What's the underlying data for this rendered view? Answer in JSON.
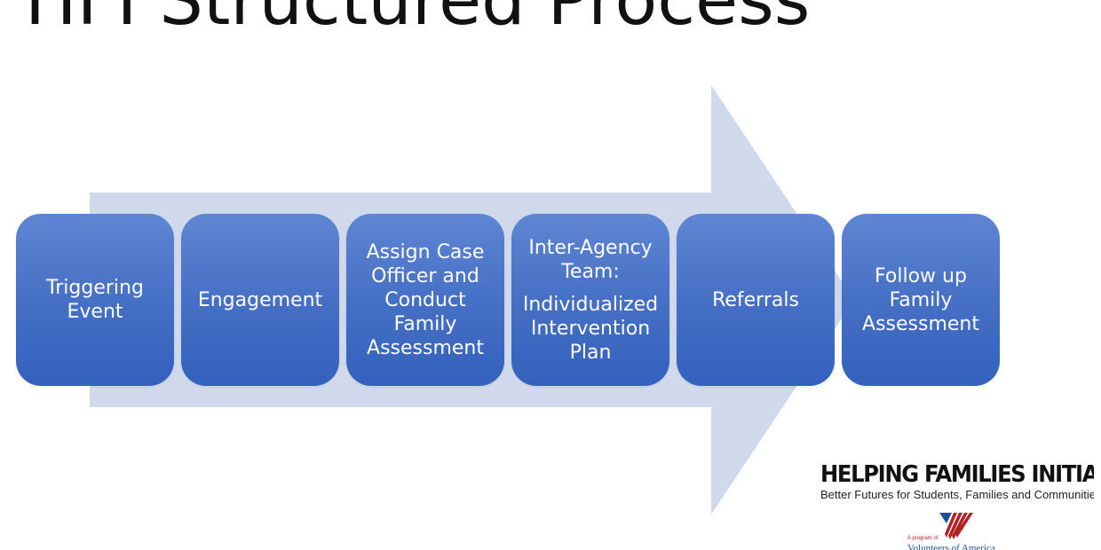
{
  "title": "HFI Structured Process",
  "steps": [
    {
      "lines": [
        "Triggering",
        "Event"
      ]
    },
    {
      "lines": [
        "Engagement"
      ]
    },
    {
      "lines": [
        "Assign Case",
        "Officer and",
        "Conduct",
        "Family",
        "Assessment"
      ]
    },
    {
      "lines": [
        "Inter-Agency",
        "Team:"
      ],
      "sublines": [
        "Individualized",
        "Intervention",
        "Plan"
      ]
    },
    {
      "lines": [
        "Referrals"
      ]
    },
    {
      "lines": [
        "Follow up",
        "Family",
        "Assessment"
      ]
    }
  ],
  "logo": {
    "name": "HELPING FAMILIES INITIATIVE",
    "tagline": "Better Futures for Students, Families and Communities",
    "program_of": "A program of",
    "organization": "Volunteers of America"
  },
  "colors": {
    "arrow": "#d0d8ec",
    "step_fill": "#4670c5",
    "step_text": "#ffffff",
    "logo_mark_blue": "#1d4f9a",
    "logo_mark_red": "#b22222"
  }
}
